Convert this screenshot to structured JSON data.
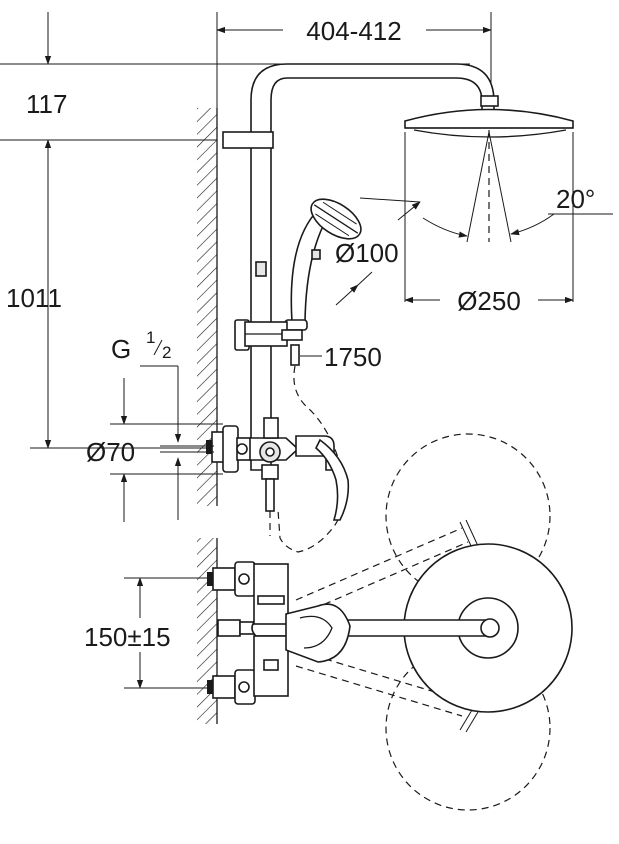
{
  "dimensions": {
    "width_range": "404-412",
    "top_offset": "117",
    "height": "1011",
    "thread_main": "G",
    "thread_num": "1",
    "thread_den": "2",
    "mixer_diameter": "Ø70",
    "hand_shower_diameter": "Ø100",
    "head_shower_diameter": "Ø250",
    "tilt_angle": "20°",
    "hose_length": "1750",
    "inlet_spacing": "150±15"
  }
}
